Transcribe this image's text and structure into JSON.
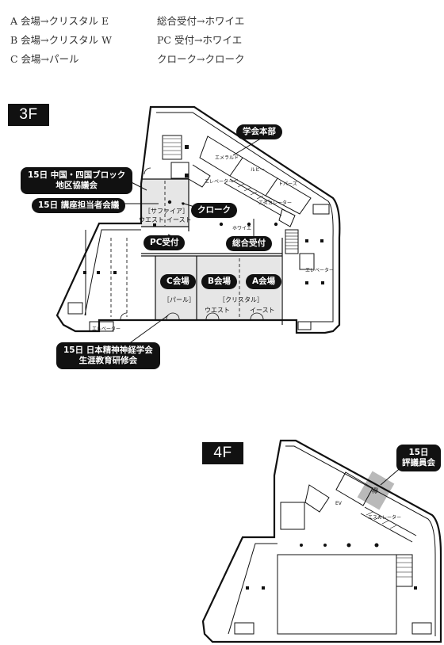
{
  "legend": {
    "left": [
      "A 会場→クリスタル E",
      "B 会場→クリスタル W",
      "C 会場→パール"
    ],
    "right": [
      "総合受付→ホワイエ",
      "PC 受付→ホワイエ",
      "クローク→クローク"
    ]
  },
  "floor3": {
    "tag": "3F",
    "labels": {
      "society_office": "学会本部",
      "chugoku_line1": "15日 中国・四国ブロック",
      "chugoku_line2": "地区協議会",
      "lecturers": "15日 講座担当者会議",
      "cloak": "クローク",
      "pc_reception": "PC受付",
      "general_reception": "総合受付",
      "hall_c": "C会場",
      "hall_b": "B会場",
      "hall_a": "A会場",
      "jsn_line1": "15日 日本精神神経学会",
      "jsn_line2": "生涯教育研修会"
    },
    "room_text": {
      "sapphire": "［サファイア］",
      "west_s": "ウエスト",
      "east_s": "イースト",
      "pearl": "［パール］",
      "crystal": "［クリスタル］",
      "west_c": "ウエスト",
      "east_c": "イースト",
      "emerald": "エメラルド",
      "ruby": "ルビー",
      "topaz": "トパーズ",
      "elevator1": "エレベーター",
      "escalator": "エスカレーター",
      "foyer": "ホワイエ",
      "elevator2": "エレベーター",
      "elevator3": "エレベーター"
    }
  },
  "floor4": {
    "tag": "4F",
    "labels": {
      "board_line1": "15日",
      "board_line2": "評議員会"
    },
    "room_text": {
      "ev": "EV",
      "escalator": "エスカレーター",
      "keyaki": "欅"
    }
  }
}
